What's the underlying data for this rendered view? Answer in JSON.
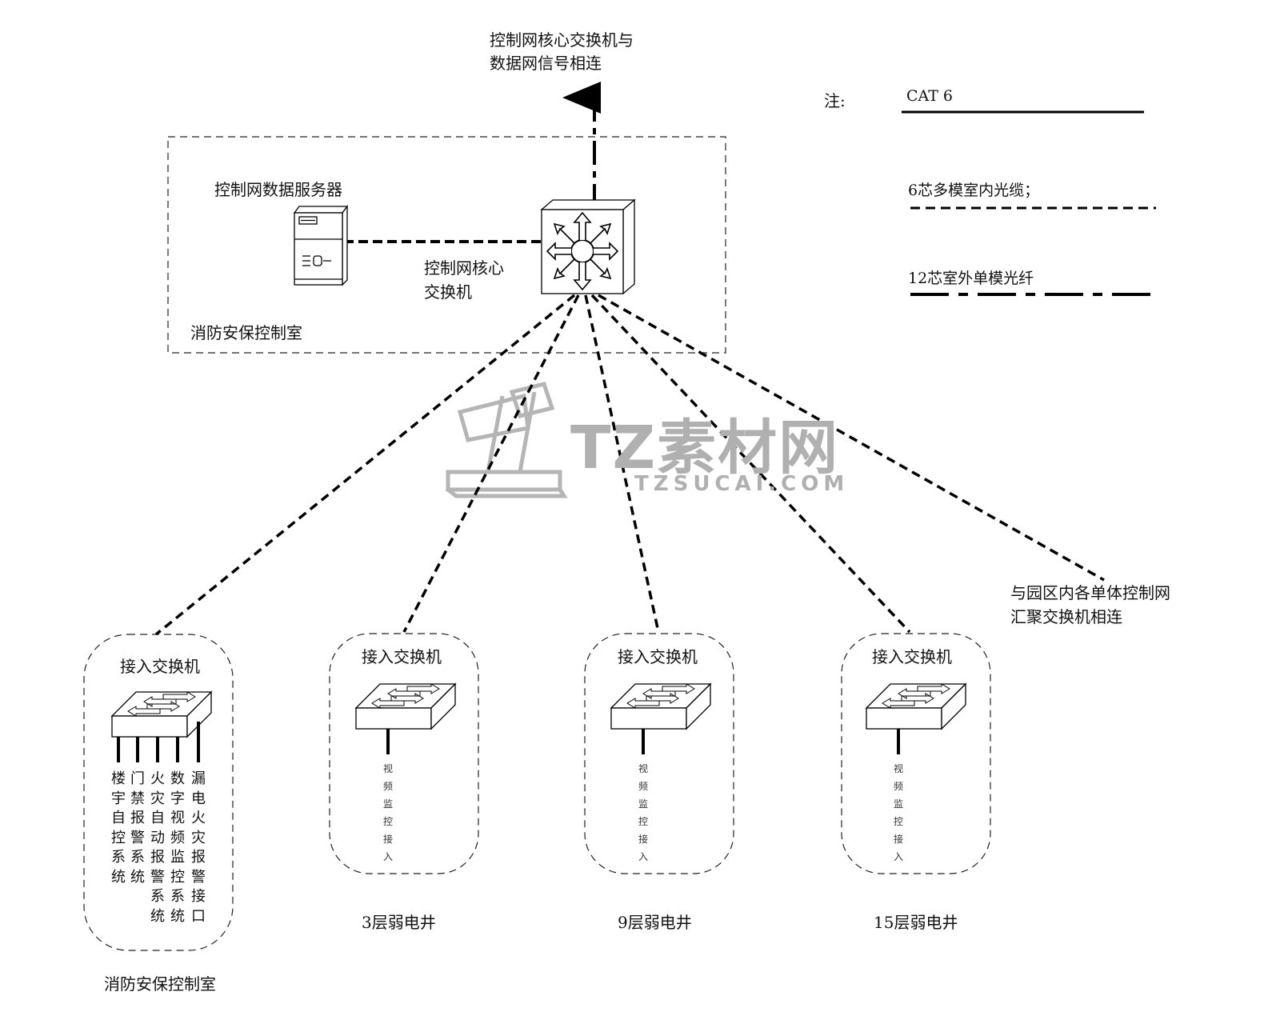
{
  "top_label": {
    "line1": "控制网核心交换机与",
    "line2": "数据网信号相连"
  },
  "legend": {
    "note_label": "注:",
    "items": [
      {
        "label": "CAT 6",
        "style": "solid"
      },
      {
        "label": "6芯多模室内光缆；",
        "style": "dashed"
      },
      {
        "label": "12芯室外单模光纤",
        "style": "dash-dot"
      }
    ]
  },
  "control_room_box": {
    "label": "消防安保控制室",
    "server_label": "控制网数据服务器",
    "core_switch_label_line1": "控制网核心",
    "core_switch_label_line2": "交换机"
  },
  "external_link_label": {
    "line1": "与园区内各单体控制网",
    "line2": "汇聚交换机相连"
  },
  "access_groups": [
    {
      "switch_label": "接入交换机",
      "location": "消防安保控制室",
      "ports": [
        "楼宇自控系统",
        "门禁报警系统",
        "火灾自动报警系统",
        "数字视频监控系统",
        "漏电火灾报警接口"
      ]
    },
    {
      "switch_label": "接入交换机",
      "location": "3层弱电井",
      "ports": [
        "视频监控接入"
      ]
    },
    {
      "switch_label": "接入交换机",
      "location": "9层弱电井",
      "ports": [
        "视频监控接入"
      ]
    },
    {
      "switch_label": "接入交换机",
      "location": "15层弱电井",
      "ports": [
        "视频监控接入"
      ]
    }
  ],
  "watermark": {
    "cn": "TZ素材网",
    "en": "TZSUCAI.COM"
  }
}
